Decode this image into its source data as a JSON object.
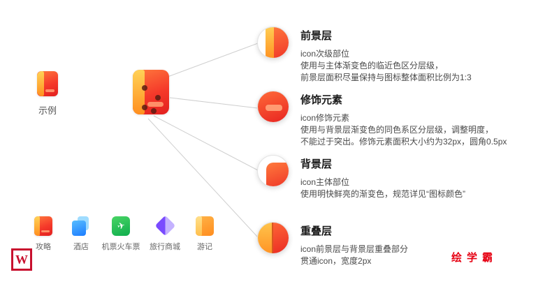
{
  "example": {
    "label": "示例"
  },
  "annotations": [
    {
      "title": "前景层",
      "lines": [
        "icon次级部位",
        "使用与主体渐变色的临近色区分层级，",
        "前景层面积尽量保持与图标整体面积比例为1:3"
      ]
    },
    {
      "title": "修饰元素",
      "lines": [
        "icon修饰元素",
        "使用与背景层渐变色的同色系区分层级，调整明度，",
        "不能过于突出。修饰元素面积大小约为32px，圆角0.5px"
      ]
    },
    {
      "title": "背景层",
      "lines": [
        "icon主体部位",
        "使用明快鲜亮的渐变色，规范详见“图标颜色”"
      ]
    },
    {
      "title": "重叠层",
      "lines": [
        "icon前景层与背景层重叠部分",
        "贯通icon，宽度2px"
      ]
    }
  ],
  "bottom_icons": [
    {
      "label": "攻略"
    },
    {
      "label": "酒店"
    },
    {
      "label": "机票火车票"
    },
    {
      "label": "旅行商城"
    },
    {
      "label": "游记"
    }
  ],
  "logo": {
    "text": "W"
  },
  "brand": {
    "text": "绘学霸"
  },
  "colors": {
    "icon_red": "#f0322a",
    "icon_orange": "#ff9a26",
    "hotel_blue": "#1d7dff",
    "ticket_green": "#0fae4d",
    "mall_purple": "#7a4bff",
    "notes_yellow": "#ff9a2e",
    "brand_red": "#e60012"
  }
}
